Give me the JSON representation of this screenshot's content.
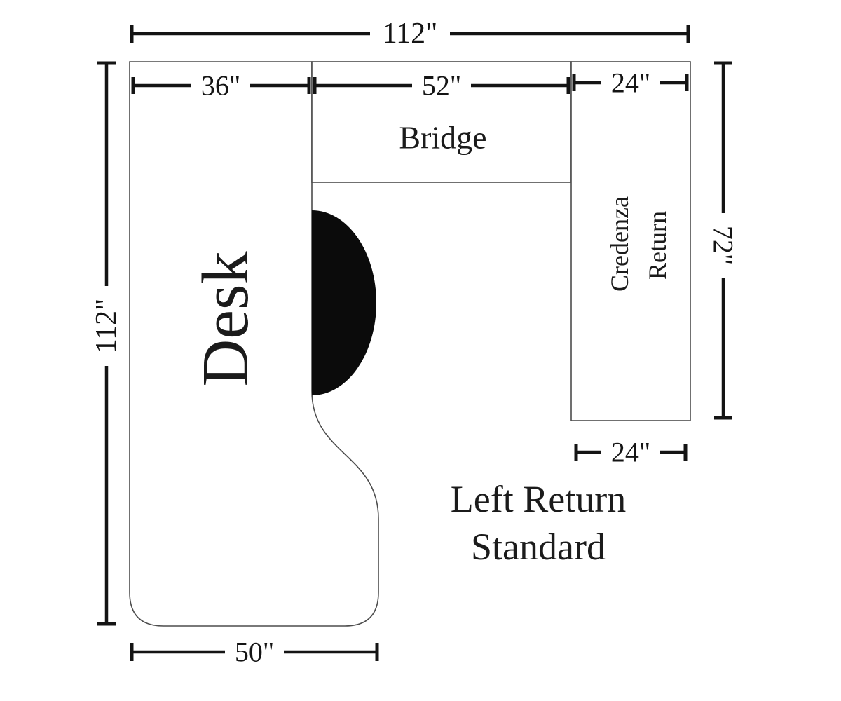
{
  "diagram": {
    "product_title": {
      "line1": "Left Return",
      "line2": "Standard"
    },
    "parts": {
      "desk": "Desk",
      "bridge": "Bridge",
      "credenza": {
        "line1": "Credenza",
        "line2": "Return"
      }
    },
    "dimensions": {
      "overall_width": "112\"",
      "overall_depth": "112\"",
      "desk_top_width": "36\"",
      "bridge_span": "52\"",
      "credenza_depth_top": "24\"",
      "credenza_length": "72\"",
      "credenza_depth_bottom": "24\"",
      "desk_bottom_width": "50\""
    },
    "colors": {
      "background": "#ffffff",
      "outline": "#4d4d4d",
      "dimension_line": "#141414",
      "label_text": "#1b1b1b",
      "user_cutout": "#0b0b0b"
    }
  }
}
